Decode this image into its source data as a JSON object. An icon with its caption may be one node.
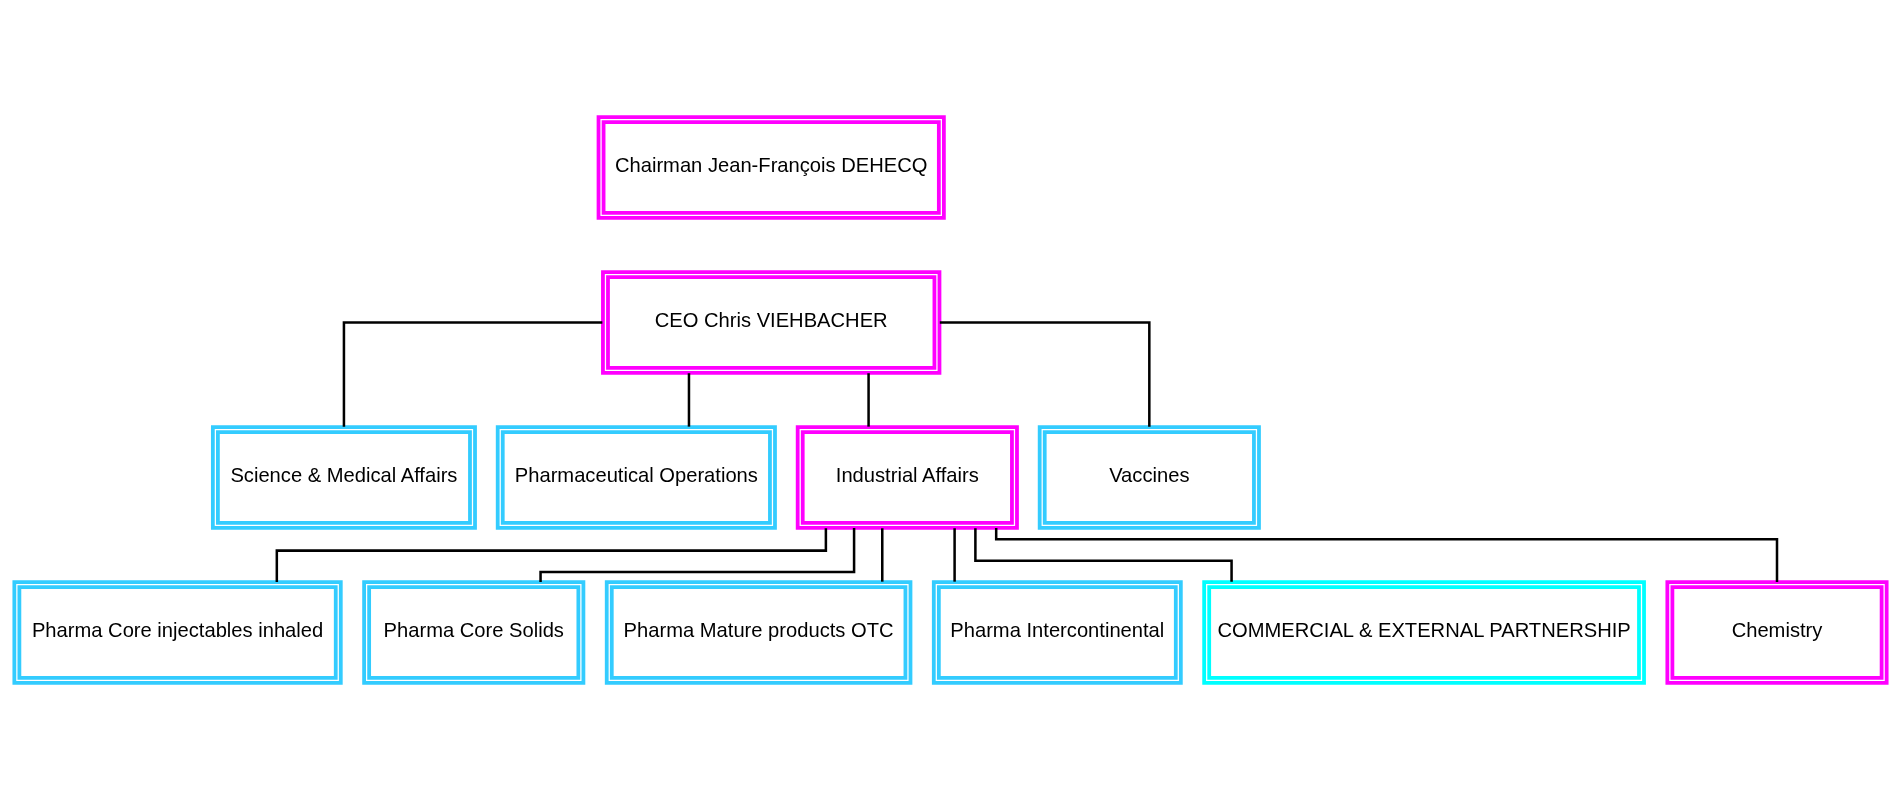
{
  "diagram": {
    "nodes": [
      {
        "text": [
          "Chairman Jean-François DEHECQ"
        ]
      },
      {
        "text": [
          "CEO Chris VIEHBACHER"
        ]
      },
      {
        "text": [
          "Science & Medical Affairs"
        ]
      },
      {
        "text": [
          "Pharmaceutical Operations"
        ]
      },
      {
        "text": [
          "Industrial Affairs"
        ]
      },
      {
        "text": [
          "Vaccines"
        ]
      },
      {
        "text": [
          "Pharma Core injectables inhaled"
        ]
      },
      {
        "text": [
          "Pharma Core Solids"
        ]
      },
      {
        "text": [
          "Pharma Mature products OTC"
        ]
      },
      {
        "text": [
          "Pharma Intercontinental"
        ]
      },
      {
        "text": [
          "COMMERCIAL & EXTERNAL PARTNERSHIP"
        ]
      },
      {
        "text": [
          "Chemistry"
        ]
      }
    ],
    "edges": [
      {
        "from": 1,
        "to": 2,
        "arrow": "none"
      },
      {
        "from": 1,
        "to": 3,
        "arrow": "none"
      },
      {
        "from": 1,
        "to": 4,
        "arrow": "none"
      },
      {
        "from": 1,
        "to": 5,
        "arrow": "none"
      },
      {
        "from": 4,
        "to": 6,
        "arrow": "none"
      },
      {
        "from": 4,
        "to": 7,
        "arrow": "none"
      },
      {
        "from": 4,
        "to": 8,
        "arrow": "none"
      },
      {
        "from": 4,
        "to": 9,
        "arrow": "none"
      },
      {
        "from": 4,
        "to": 10,
        "arrow": "none"
      },
      {
        "from": 4,
        "to": 11,
        "arrow": "none"
      }
    ]
  }
}
